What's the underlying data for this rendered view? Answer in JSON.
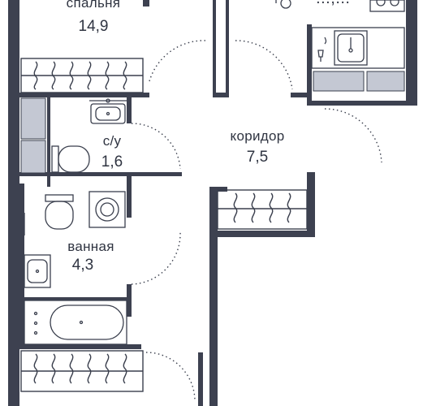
{
  "rooms": {
    "bedroom": {
      "label": "спальня",
      "area": "14,9"
    },
    "bathroom_wc": {
      "label": "с/у",
      "area": "1,6"
    },
    "corridor": {
      "label": "коридор",
      "area": "7,5"
    },
    "bathroom": {
      "label": "ванная",
      "area": "4,3"
    },
    "kitchen": {
      "area": "…,…"
    }
  },
  "colors": {
    "wall": "#3d4150",
    "fixture_stroke": "#3a3f4d",
    "cabinet_fill": "#c4c8d3",
    "background": "#ffffff"
  }
}
